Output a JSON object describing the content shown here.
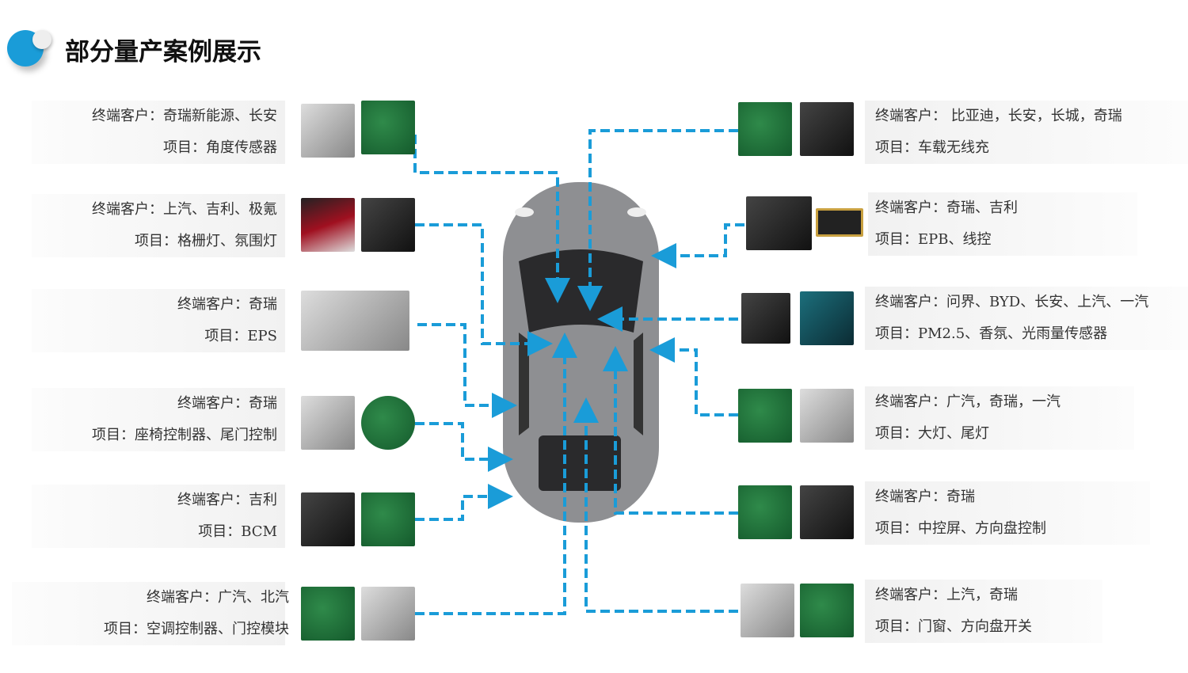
{
  "title": "部分量产案例展示",
  "accent": "#1a9cd8",
  "left": [
    {
      "customer": "终端客户：奇瑞新能源、长安",
      "project": "项目：角度传感器",
      "images": [
        "angle-sensor-image",
        "pcb-image"
      ]
    },
    {
      "customer": "终端客户：上汽、吉利、极氪",
      "project": "项目：格栅灯、氛围灯",
      "images": [
        "tail-light-image",
        "headlight-image"
      ]
    },
    {
      "customer": "终端客户：奇瑞",
      "project": "项目：EPS",
      "images": [
        "eps-chassis-image"
      ]
    },
    {
      "customer": "终端客户：奇瑞",
      "project": "项目：座椅控制器、尾门控制",
      "images": [
        "tailgate-image",
        "round-pcb-image"
      ]
    },
    {
      "customer": "终端客户：吉利",
      "project": "项目：BCM",
      "images": [
        "bcm-module-image",
        "pcb-image"
      ]
    },
    {
      "customer": "终端客户：广汽、北汽",
      "project": "项目：空调控制器、门控模块",
      "images": [
        "ac-controller-image",
        "door-panel-image"
      ]
    }
  ],
  "right": [
    {
      "customer": "终端客户： 比亚迪，长安，长城，奇瑞",
      "project": "项目：车载无线充",
      "images": [
        "pcb-image",
        "wireless-charger-image"
      ]
    },
    {
      "customer": "终端客户：奇瑞、吉利",
      "project": "项目：EPB、线控",
      "images": [
        "epb-switch-image",
        "chip-image"
      ]
    },
    {
      "customer": "终端客户：问界、BYD、长安、上汽、一汽",
      "project": "项目：PM2.5、香氛、光雨量传感器",
      "images": [
        "sensor-module-image",
        "car-interior-image"
      ]
    },
    {
      "customer": "终端客户：广汽，奇瑞，一汽",
      "project": "项目：大灯、尾灯",
      "images": [
        "pcb-image",
        "car-window-image"
      ]
    },
    {
      "customer": "终端客户：奇瑞",
      "project": "项目：中控屏、方向盘控制",
      "images": [
        "pcb-image",
        "center-screen-image"
      ]
    },
    {
      "customer": "终端客户：上汽，奇瑞",
      "project": "项目：门窗、方向盘开关",
      "images": [
        "window-switch-image",
        "pcb-image"
      ]
    }
  ]
}
